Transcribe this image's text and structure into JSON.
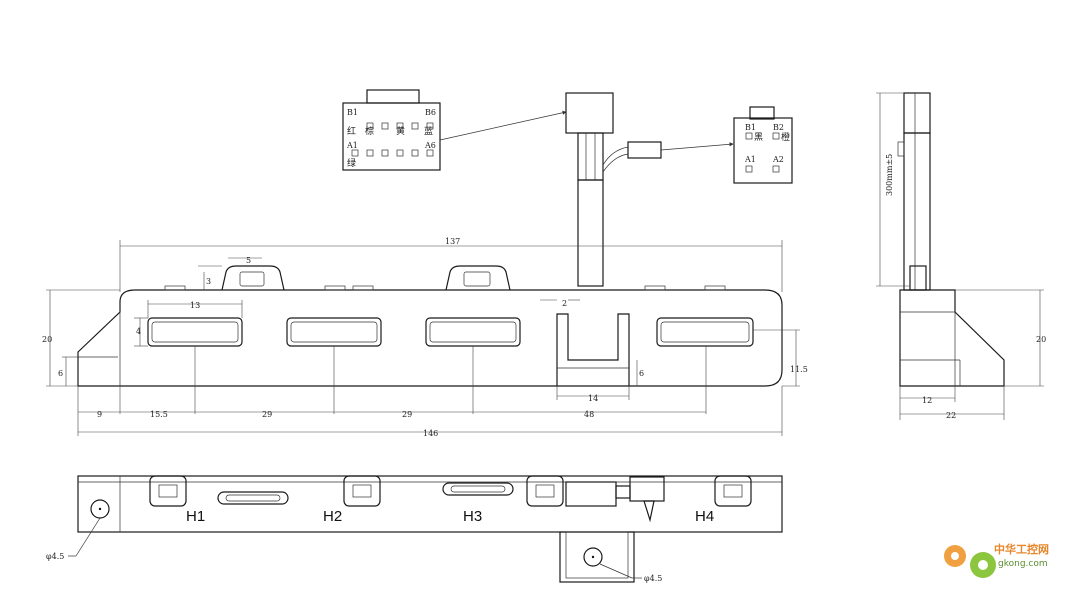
{
  "connector_main": {
    "b1": "B1",
    "b6": "B6",
    "a1": "A1",
    "a6": "A6",
    "red": "红",
    "brown": "棕",
    "yellow": "黄",
    "blue": "蓝",
    "green": "绿"
  },
  "connector_small": {
    "b1": "B1",
    "b2": "B2",
    "a1": "A1",
    "a2": "A2",
    "black": "黑",
    "orange": "橙"
  },
  "front_dims": {
    "d137": "137",
    "d20": "20",
    "d6": "6",
    "d9": "9",
    "d15_5": "15.5",
    "d29a": "29",
    "d29b": "29",
    "d48": "48",
    "d146": "146",
    "d13": "13",
    "d4": "4",
    "d5": "5",
    "d3": "3",
    "d2": "2",
    "d14": "14",
    "d11_5": "11.5"
  },
  "side_dims": {
    "cable": "300mm±5",
    "d20": "20",
    "d12": "12",
    "d22": "22"
  },
  "bottom": {
    "h1": "H1",
    "h2": "H2",
    "h3": "H3",
    "h4": "H4",
    "hole_a": "φ4.5",
    "hole_b": "φ4.5"
  },
  "watermark": {
    "title": "中华工控网",
    "url": "gkong.com"
  }
}
